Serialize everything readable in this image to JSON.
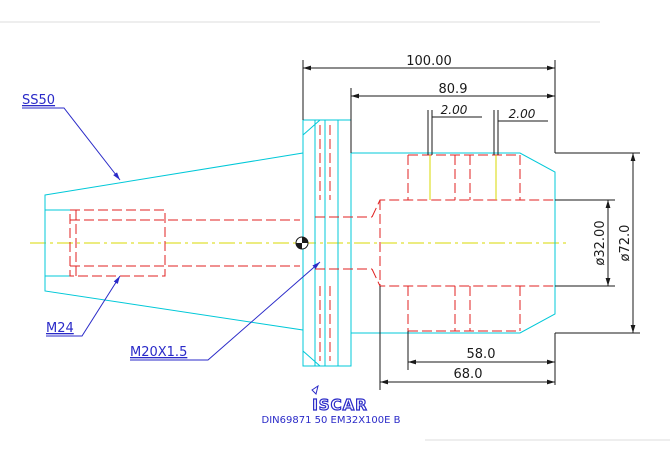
{
  "dimensions": {
    "overall_length": "100.00",
    "bore_depth": "80.9",
    "groove_width_1": "2.00",
    "groove_width_2": "2.00",
    "bore_diameter": "ø32.00",
    "outer_diameter": "ø72.0",
    "clamp_length": "58.0",
    "body_length": "68.0"
  },
  "labels": {
    "taper": "SS50",
    "thread_main": "M24",
    "thread_screw": "M20X1.5"
  },
  "logo": {
    "text": "ISCAR"
  },
  "caption": "DIN69871 50 EM32X100E B",
  "colors": {
    "outline": "#00c8d8",
    "hidden": "#e02020",
    "center": "#d8d800",
    "dimension": "#1a1a1a",
    "leader": "#2a2ac8"
  }
}
